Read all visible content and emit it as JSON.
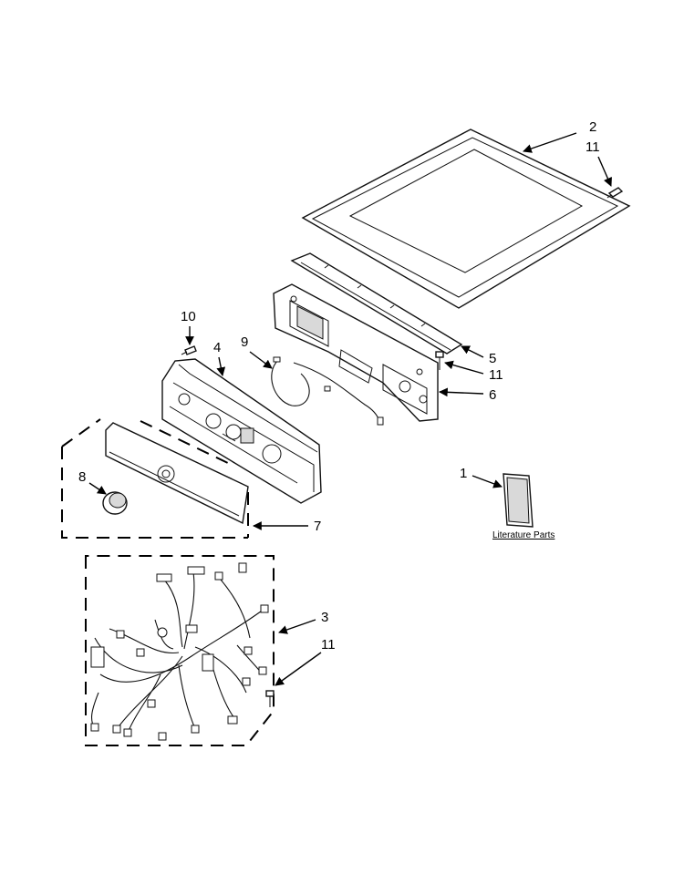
{
  "diagram": {
    "callouts": {
      "c1": "1",
      "c2": "2",
      "c3": "3",
      "c4": "4",
      "c5": "5",
      "c6": "6",
      "c7": "7",
      "c8": "8",
      "c9": "9",
      "c10": "10",
      "c11_top": "11",
      "c11_mid": "11",
      "c11_bottom": "11"
    },
    "literature_label": "Literature Parts"
  }
}
